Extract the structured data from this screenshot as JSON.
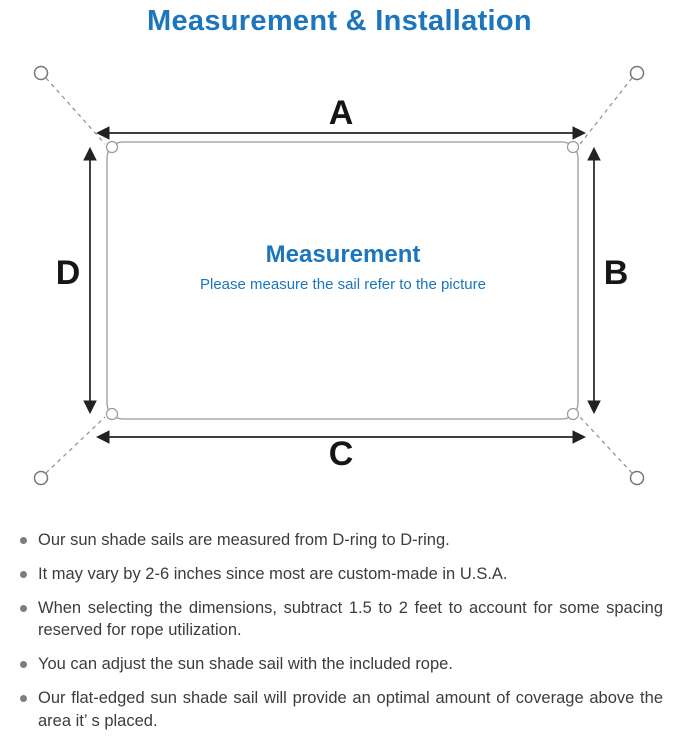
{
  "title": "Measurement & Installation",
  "colors": {
    "accent_blue": "#1b76bd",
    "body_text": "#3c3c3c",
    "line_dark": "#222222",
    "line_gray": "#8e8e8e"
  },
  "diagram": {
    "labels": {
      "top": "A",
      "right": "B",
      "bottom": "C",
      "left": "D"
    },
    "heading": "Measurement",
    "subheading": "Please measure the sail refer to the picture"
  },
  "bullets": [
    "Our sun shade sails are measured from D-ring to D-ring.",
    "It may vary by 2-6 inches since most are custom-made in U.S.A.",
    "When selecting the dimensions, subtract 1.5 to 2 feet to account for some spacing reserved for rope utilization.",
    "You can adjust the sun shade sail with the included rope.",
    "Our flat-edged sun shade sail will provide an optimal amount of coverage above the area it’ s placed."
  ]
}
